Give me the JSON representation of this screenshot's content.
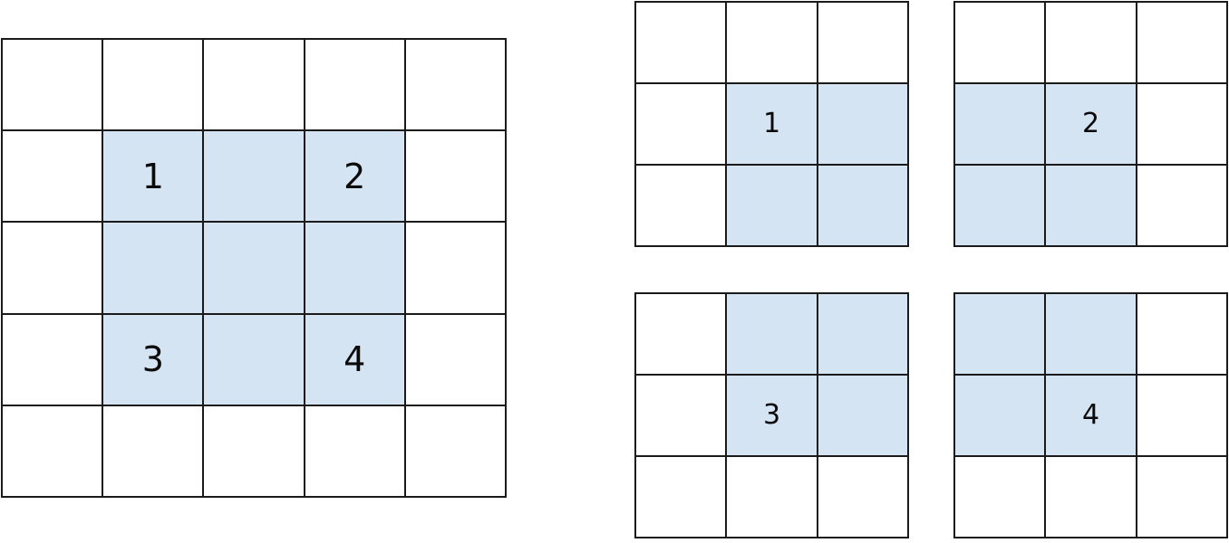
{
  "figure": {
    "kind": "grid-diagram",
    "description": "A 5x5 grid with a highlighted 3x3 region containing four labeled anchor cells, shown alongside four 3x3 grids each isolating one labeled 2x2 neighborhood.",
    "colors": {
      "background": "#ffffff",
      "cell_fill": "#ffffff",
      "highlight_fill": "#d4e4f3",
      "grid_line": "#1a1a1a",
      "label_text": "#0a0a0a"
    }
  },
  "main_grid": {
    "name": "main-grid",
    "rows": 5,
    "cols": 5,
    "highlight_rows": [
      1,
      2,
      3
    ],
    "highlight_cols": [
      1,
      2,
      3
    ],
    "cells": [
      [
        {
          "label": "",
          "highlight": false
        },
        {
          "label": "",
          "highlight": false
        },
        {
          "label": "",
          "highlight": false
        },
        {
          "label": "",
          "highlight": false
        },
        {
          "label": "",
          "highlight": false
        }
      ],
      [
        {
          "label": "",
          "highlight": false
        },
        {
          "label": "1",
          "highlight": true
        },
        {
          "label": "",
          "highlight": true
        },
        {
          "label": "2",
          "highlight": true
        },
        {
          "label": "",
          "highlight": false
        }
      ],
      [
        {
          "label": "",
          "highlight": false
        },
        {
          "label": "",
          "highlight": true
        },
        {
          "label": "",
          "highlight": true
        },
        {
          "label": "",
          "highlight": true
        },
        {
          "label": "",
          "highlight": false
        }
      ],
      [
        {
          "label": "",
          "highlight": false
        },
        {
          "label": "3",
          "highlight": true
        },
        {
          "label": "",
          "highlight": true
        },
        {
          "label": "4",
          "highlight": true
        },
        {
          "label": "",
          "highlight": false
        }
      ],
      [
        {
          "label": "",
          "highlight": false
        },
        {
          "label": "",
          "highlight": false
        },
        {
          "label": "",
          "highlight": false
        },
        {
          "label": "",
          "highlight": false
        },
        {
          "label": "",
          "highlight": false
        }
      ]
    ]
  },
  "panels": [
    {
      "name": "panel-1",
      "label": "1",
      "rows": 3,
      "cols": 3,
      "highlight_rows": [
        1,
        2
      ],
      "highlight_cols": [
        1,
        2
      ],
      "cells": [
        [
          {
            "label": "",
            "highlight": false
          },
          {
            "label": "",
            "highlight": false
          },
          {
            "label": "",
            "highlight": false
          }
        ],
        [
          {
            "label": "",
            "highlight": false
          },
          {
            "label": "1",
            "highlight": true
          },
          {
            "label": "",
            "highlight": true
          }
        ],
        [
          {
            "label": "",
            "highlight": false
          },
          {
            "label": "",
            "highlight": true
          },
          {
            "label": "",
            "highlight": true
          }
        ]
      ]
    },
    {
      "name": "panel-2",
      "label": "2",
      "rows": 3,
      "cols": 3,
      "highlight_rows": [
        1,
        2
      ],
      "highlight_cols": [
        0,
        1
      ],
      "cells": [
        [
          {
            "label": "",
            "highlight": false
          },
          {
            "label": "",
            "highlight": false
          },
          {
            "label": "",
            "highlight": false
          }
        ],
        [
          {
            "label": "",
            "highlight": true
          },
          {
            "label": "2",
            "highlight": true
          },
          {
            "label": "",
            "highlight": false
          }
        ],
        [
          {
            "label": "",
            "highlight": true
          },
          {
            "label": "",
            "highlight": true
          },
          {
            "label": "",
            "highlight": false
          }
        ]
      ]
    },
    {
      "name": "panel-3",
      "label": "3",
      "rows": 3,
      "cols": 3,
      "highlight_rows": [
        0,
        1
      ],
      "highlight_cols": [
        1,
        2
      ],
      "cells": [
        [
          {
            "label": "",
            "highlight": false
          },
          {
            "label": "",
            "highlight": true
          },
          {
            "label": "",
            "highlight": true
          }
        ],
        [
          {
            "label": "",
            "highlight": false
          },
          {
            "label": "3",
            "highlight": true
          },
          {
            "label": "",
            "highlight": true
          }
        ],
        [
          {
            "label": "",
            "highlight": false
          },
          {
            "label": "",
            "highlight": false
          },
          {
            "label": "",
            "highlight": false
          }
        ]
      ]
    },
    {
      "name": "panel-4",
      "label": "4",
      "rows": 3,
      "cols": 3,
      "highlight_rows": [
        0,
        1
      ],
      "highlight_cols": [
        0,
        1
      ],
      "cells": [
        [
          {
            "label": "",
            "highlight": true
          },
          {
            "label": "",
            "highlight": true
          },
          {
            "label": "",
            "highlight": false
          }
        ],
        [
          {
            "label": "",
            "highlight": true
          },
          {
            "label": "4",
            "highlight": true
          },
          {
            "label": "",
            "highlight": false
          }
        ],
        [
          {
            "label": "",
            "highlight": false
          },
          {
            "label": "",
            "highlight": false
          },
          {
            "label": "",
            "highlight": false
          }
        ]
      ]
    }
  ]
}
